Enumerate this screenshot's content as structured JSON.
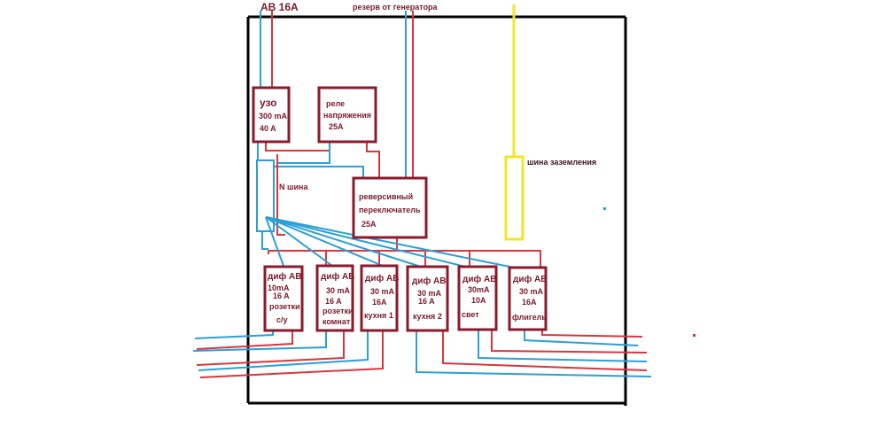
{
  "colors": {
    "frame": "#000000",
    "device_border": "#8b1a2b",
    "phase_wire": "#d9363e",
    "neutral_wire": "#2aa0d8",
    "ground": "#f2e52a",
    "text": "#7a1a2a"
  },
  "inputs": {
    "main_breaker": "АВ 16А",
    "generator_reserve": "резерв от генератора"
  },
  "devices": {
    "rcd": {
      "line1": "узо",
      "line2": "300 mA",
      "line3": "40 A"
    },
    "voltage_relay": {
      "line1": "реле",
      "line2": "напряжения",
      "line3": "25A"
    },
    "transfer_switch": {
      "line1": "реверсивный",
      "line2": "переключатель",
      "line3": "25A"
    }
  },
  "neutral_bus": {
    "label": "N шина"
  },
  "ground_bus": {
    "label": "шина заземления"
  },
  "circuits": [
    {
      "lines": [
        "диф АВ",
        "10mA",
        "16 A",
        "розетки",
        "с/у"
      ]
    },
    {
      "lines": [
        "диф АВ",
        "30 mA",
        "16 A",
        "розетки",
        "комнат"
      ]
    },
    {
      "lines": [
        "диф АВ",
        "30 mA",
        "16A",
        "кухня 1"
      ]
    },
    {
      "lines": [
        "диф АВ",
        "30 mA",
        "16 A",
        "кухня 2"
      ]
    },
    {
      "lines": [
        "диф АВ",
        "30mA",
        "10A",
        "свет"
      ]
    },
    {
      "lines": [
        "диф АВ",
        "30 mA",
        "16A",
        "флигель"
      ]
    }
  ]
}
